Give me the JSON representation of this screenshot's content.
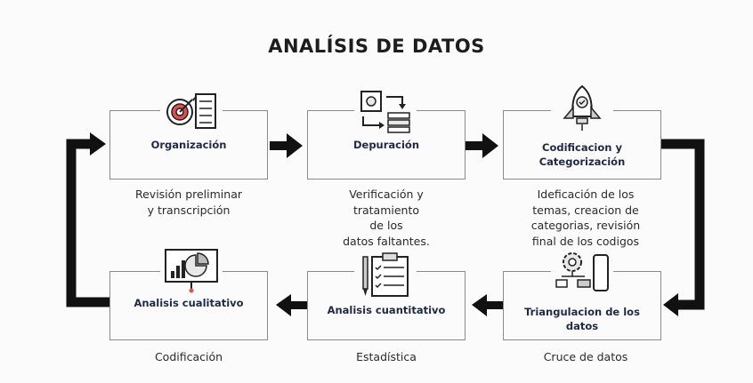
{
  "title": "ANALÍSIS DE DATOS",
  "steps": {
    "organizacion": {
      "label": "Organización",
      "desc": "Revisión preliminar\ny transcripción"
    },
    "depuracion": {
      "label": "Depuración",
      "desc": "Verificación  y\ntratamiento\nde los\ndatos faltantes."
    },
    "codificacion": {
      "label": "Codificacion y\nCategorización",
      "desc": "Ideficación de los\ntemas, creacion de\ncategorias, revisión\nfinal de los codigos"
    },
    "triangulacion": {
      "label": "Triangulacion de los\ndatos",
      "desc": "Cruce de  datos"
    },
    "cuantitativo": {
      "label": "Analisis cuantitativo",
      "desc": "Estadística"
    },
    "cualitativo": {
      "label": "Analisis cualitativo",
      "desc": "Codificación"
    }
  },
  "icons": {
    "organizacion": "target-checklist-icon",
    "depuracion": "data-process-icon",
    "codificacion": "rocket-icon",
    "triangulacion": "gear-flowchart-icon",
    "cuantitativo": "clipboard-checklist-icon",
    "cualitativo": "presentation-chart-icon"
  },
  "colors": {
    "arrow": "#111111",
    "box_border": "#8a8a8a",
    "label": "#1f2a44"
  }
}
